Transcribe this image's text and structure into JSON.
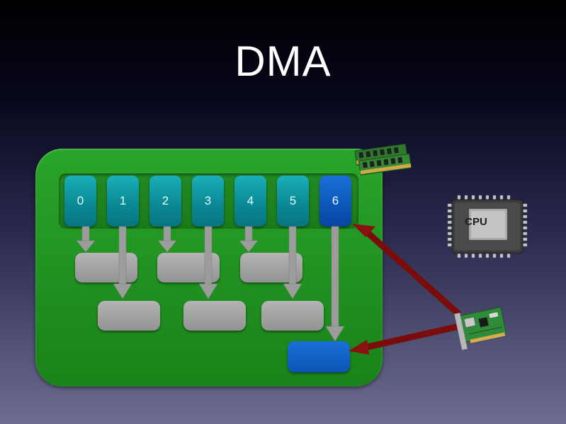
{
  "title": "DMA",
  "channels": [
    "0",
    "1",
    "2",
    "3",
    "4",
    "5",
    "6"
  ],
  "cpu": {
    "label": "CPU"
  },
  "colors": {
    "board": "#1f8f1f",
    "channel": "#0a8a96",
    "active_channel": "#0c56b8",
    "arrow_gray": "#9a9a9a",
    "arrow_red": "#8b1010"
  },
  "icons": [
    "ram-module-icon",
    "cpu-chip-icon",
    "network-card-icon"
  ]
}
